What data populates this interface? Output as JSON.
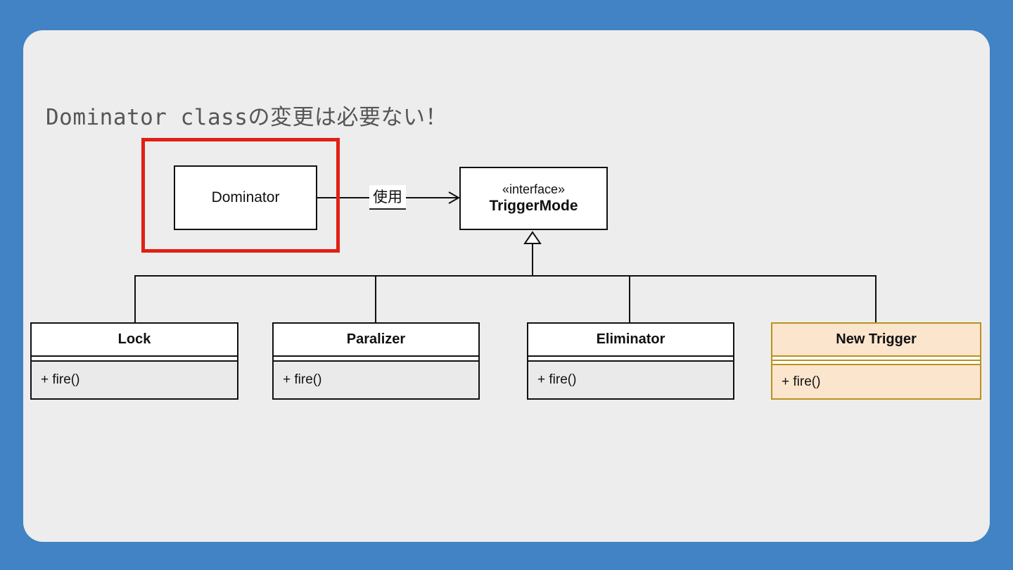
{
  "slide": {
    "title": "Dominator classの変更は必要ない！",
    "colors": {
      "frame_background": "#4183c4",
      "slide_background": "#ededed",
      "title_text": "#565656",
      "highlight_rectangle": "#e02014",
      "box_border": "#111111",
      "methods_fill": "#eaeaea",
      "new_trigger_fill": "#fce5cd",
      "new_trigger_border": "#b8931d"
    }
  },
  "diagram": {
    "dominator_label": "Dominator",
    "use_label": "使用",
    "interface": {
      "stereotype": "«interface»",
      "name": "TriggerMode"
    },
    "subclasses": [
      {
        "name": "Lock",
        "method": "+ fire()",
        "highlighted": false
      },
      {
        "name": "Paralizer",
        "method": "+ fire()",
        "highlighted": false
      },
      {
        "name": "Eliminator",
        "method": "+ fire()",
        "highlighted": false
      },
      {
        "name": "New Trigger",
        "method": "+ fire()",
        "highlighted": true
      }
    ]
  }
}
